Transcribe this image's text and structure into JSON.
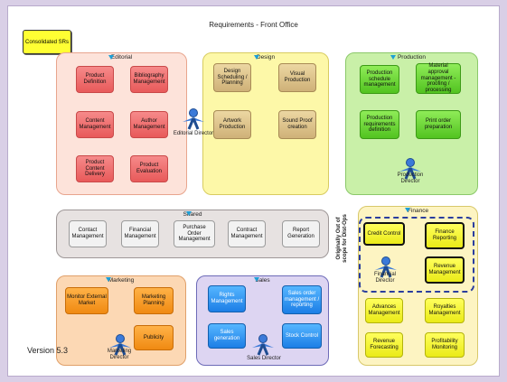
{
  "title": "Requirements - Front Office",
  "callout": "Consolidated SRs",
  "version": "Version 5.3",
  "vertical_note": "Originally Out of scope for Dist-Ops",
  "panels": {
    "editorial": {
      "label": "Editorial",
      "color": "#fde3da"
    },
    "design": {
      "label": "Design",
      "color": "#fdf8a8"
    },
    "production": {
      "label": "Production",
      "color": "#c9f0a8"
    },
    "shared": {
      "label": "Shared",
      "color": "#e7e2e1"
    },
    "finance": {
      "label": "Finance",
      "color": "#fdf4c2"
    },
    "marketing": {
      "label": "Marketing",
      "color": "#fcd8b4"
    },
    "sales": {
      "label": "Sales",
      "color": "#ddd5f2"
    }
  },
  "editorial_items": [
    "Product Definition",
    "Bibliography Management",
    "Content Management",
    "Author Management",
    "Product Content Delivery",
    "Product Evaluation"
  ],
  "design_items": [
    "Design Scheduling / Planning",
    "Visual Production",
    "Artwork Production",
    "Sound Proof creation"
  ],
  "production_items": [
    "Production schedule management",
    "Material approval management - proofing / processing",
    "Production requirements definition",
    "Print order preparation"
  ],
  "shared_items": [
    "Contact Management",
    "Financial Management",
    "Purchase Order Management",
    "Contract Management",
    "Report Generation"
  ],
  "finance_items": [
    "Credit Control",
    "Finance Reporting",
    "Revenue Management",
    "Advances Management",
    "Royalties Management",
    "Revenue Forecasting",
    "Profitability Monitoring"
  ],
  "marketing_items": [
    "Monitor External Market",
    "Marketing Planning",
    "Publicity"
  ],
  "sales_items": [
    "Rights Management",
    "Sales order management / reporting",
    "Sales generation",
    "Stock Control"
  ],
  "actors": {
    "editorial": "Editorial Director",
    "production": "Production Director",
    "finance": "Financial Director",
    "marketing": "Marketing Director",
    "sales": "Sales Director"
  }
}
